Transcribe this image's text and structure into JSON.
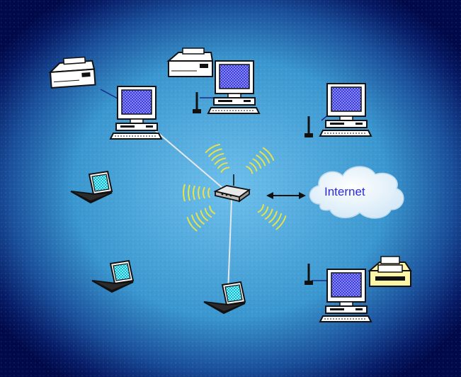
{
  "diagram": {
    "cloud_label": "Internet",
    "colors": {
      "frame": "#000a4a",
      "water": "#4aa8d8",
      "water_light": "#7cc8ee",
      "wave": "#e6e24a",
      "screen_blue": "#3c3cd8",
      "screen_cyan": "#22cfe0",
      "device_body": "#ffffff",
      "device_outline": "#111111",
      "cloud_text": "#2a2ae0"
    },
    "nodes": [
      {
        "id": "desktop-top-left",
        "type": "desktop",
        "peripheral": "fax-machine",
        "link": "wired"
      },
      {
        "id": "desktop-top-center",
        "type": "desktop",
        "peripheral": "fax-machine",
        "link": "wireless"
      },
      {
        "id": "desktop-top-right",
        "type": "desktop",
        "link": "wireless"
      },
      {
        "id": "laptop-left",
        "type": "laptop",
        "link": "wireless"
      },
      {
        "id": "laptop-bottom-left",
        "type": "laptop",
        "link": "wireless"
      },
      {
        "id": "laptop-bottom-center",
        "type": "laptop",
        "link": "wired"
      },
      {
        "id": "desktop-bottom-right",
        "type": "desktop",
        "peripheral": "printer",
        "link": "wireless"
      },
      {
        "id": "internet-cloud",
        "type": "cloud",
        "link": "bidirectional-arrow"
      }
    ],
    "hub": {
      "id": "wireless-access-point",
      "type": "access-point"
    }
  }
}
